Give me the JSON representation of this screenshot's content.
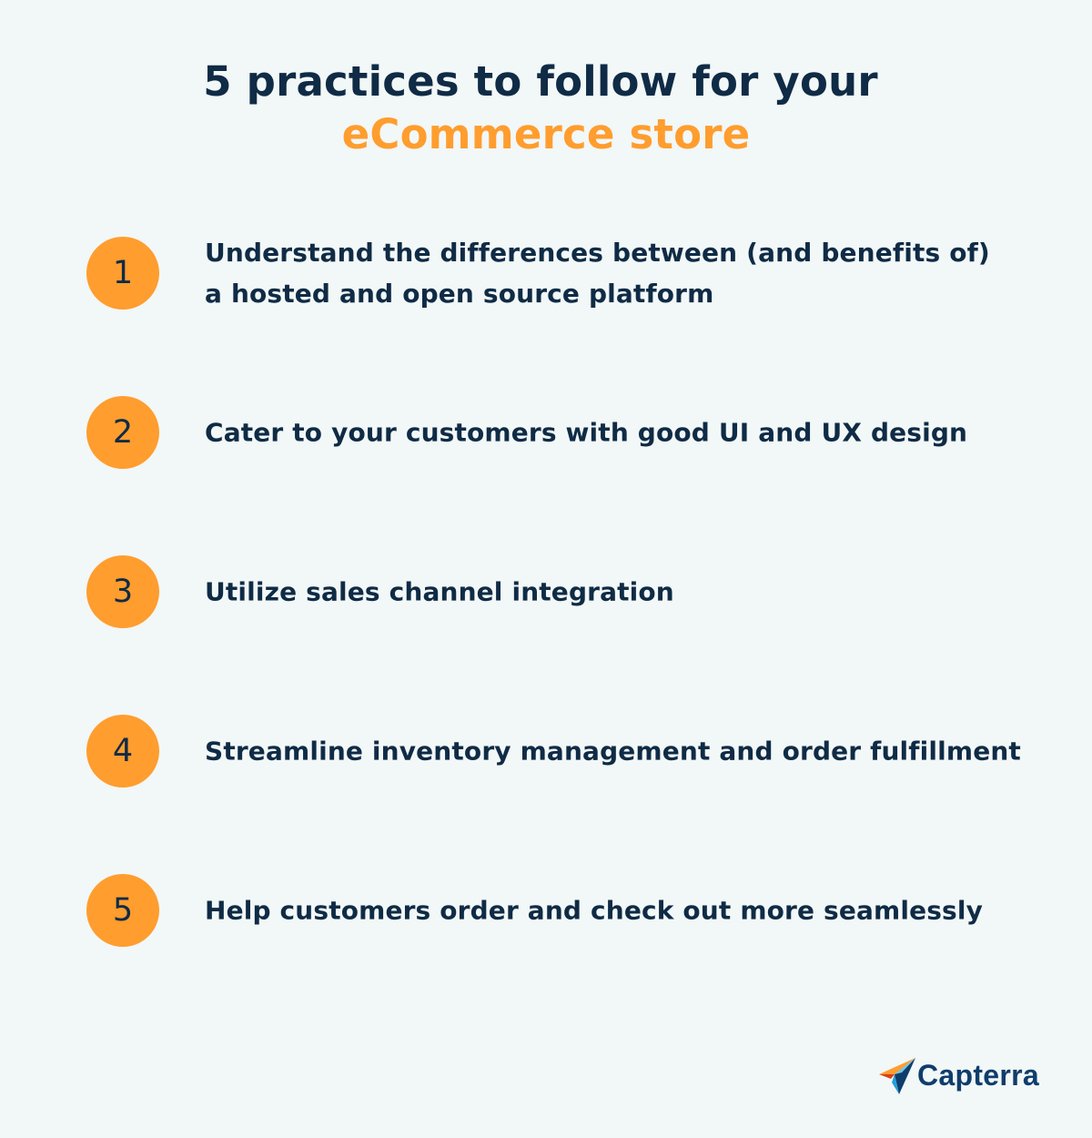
{
  "header": {
    "title_line1": "5 practices to follow for your",
    "title_line2": "eCommerce store"
  },
  "practices": [
    {
      "number": "1",
      "text": "Understand the differences between (and benefits of)\na hosted and open source platform"
    },
    {
      "number": "2",
      "text": "Cater to your customers with good UI and UX design"
    },
    {
      "number": "3",
      "text": "Utilize sales channel integration"
    },
    {
      "number": "4",
      "text": "Streamline inventory management and order fulfillment"
    },
    {
      "number": "5",
      "text": "Help customers order and check out more seamlessly"
    }
  ],
  "brand": {
    "name": "Capterra",
    "logo_icon": "capterra-arrow-icon"
  },
  "colors": {
    "background": "#f2f7f7",
    "navy": "#0f2b45",
    "accent_orange": "#ff9d2e",
    "logo_blue": "#0f3d6b"
  }
}
